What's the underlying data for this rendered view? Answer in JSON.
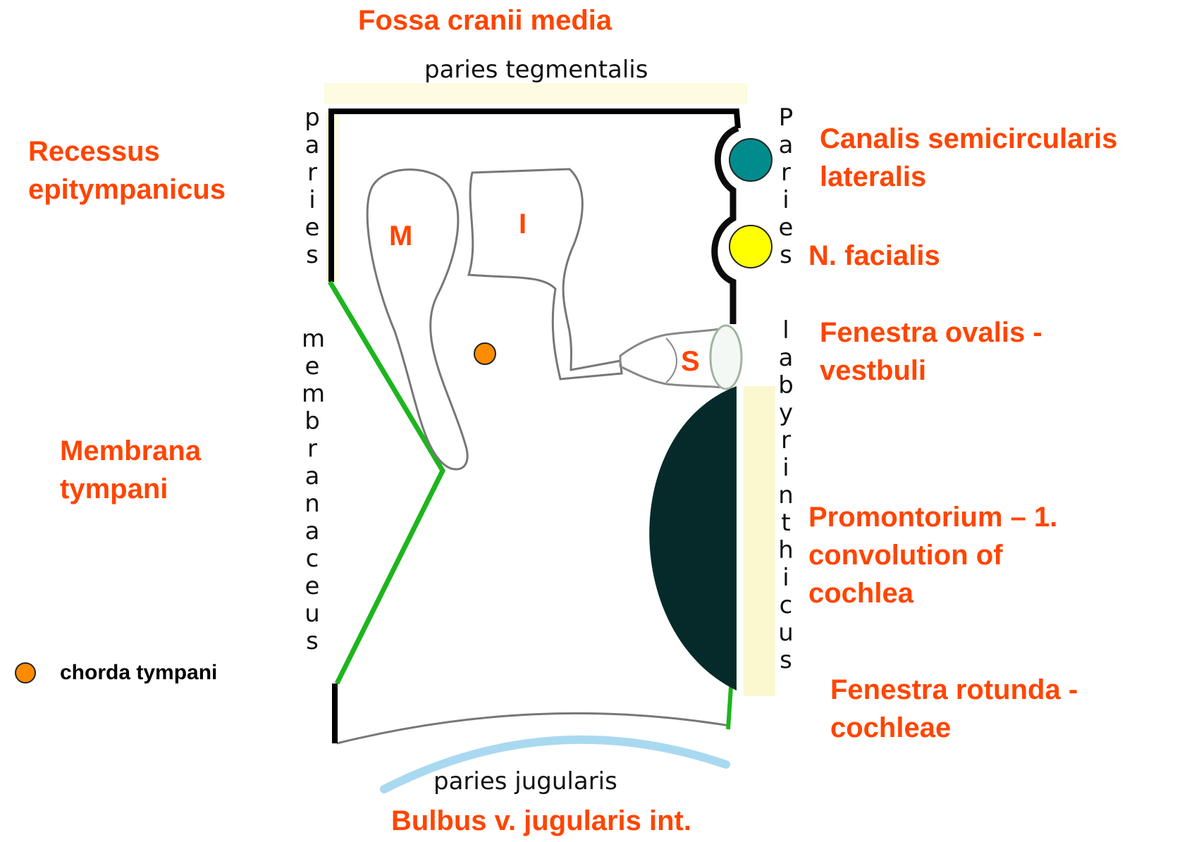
{
  "labels": {
    "fossa_cranii_media": "Fossa cranii media",
    "recessus_epitympanicus": "Recessus\nepitympanicus",
    "membrana_tympani": "Membrana\ntympani",
    "canalis_semicircularis": "Canalis semicircularis\nlateralis",
    "n_facialis": "N. facialis",
    "fenestra_ovalis": "Fenestra ovalis -\nvestbuli",
    "promontorium": "Promontorium – 1.\nconvolution of\ncochlea",
    "fenestra_rotunda": "Fenestra rotunda -\ncochleae",
    "bulbus": "Bulbus v. jugularis int."
  },
  "walls": {
    "tegmentalis": "paries tegmentalis",
    "jugularis": "paries jugularis",
    "paries_left": "paries",
    "membranaceus": "membranaceus",
    "paries_right": "Paries",
    "labyrinthicus": "labyrinthicus"
  },
  "ossicles": {
    "malleus": "M",
    "incus": "I",
    "stapes": "S"
  },
  "legend": {
    "chorda_tympani": "chorda tympani"
  },
  "colors": {
    "label": "#ff4500",
    "membrane": "#1db51d",
    "bone_wall": "#000000",
    "canal": "#008c8c",
    "nerve": "#ffff00",
    "chorda": "#ff8c00",
    "promontorium": "#062a2a"
  }
}
